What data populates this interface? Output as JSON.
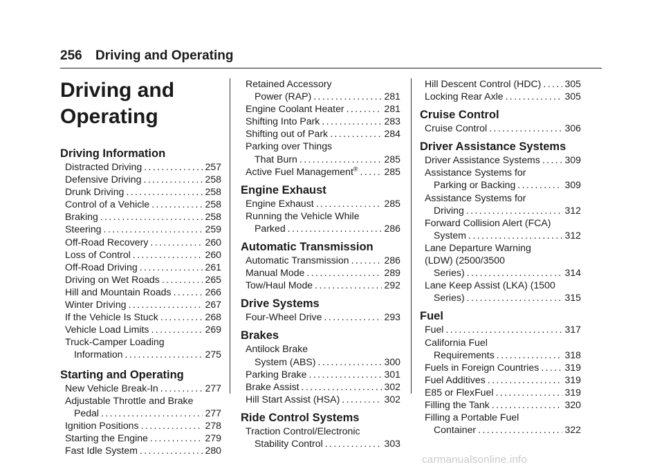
{
  "header": {
    "page_number": "256",
    "title": "Driving and Operating"
  },
  "chapter_title_line1": "Driving and",
  "chapter_title_line2": "Operating",
  "sections": {
    "driving_information": {
      "title": "Driving Information",
      "entries": [
        {
          "text": "Distracted Driving",
          "page": "257"
        },
        {
          "text": "Defensive Driving",
          "page": "258"
        },
        {
          "text": "Drunk Driving",
          "page": "258"
        },
        {
          "text": "Control of a Vehicle",
          "page": "258"
        },
        {
          "text": "Braking",
          "page": "258"
        },
        {
          "text": "Steering",
          "page": "259"
        },
        {
          "text": "Off-Road Recovery",
          "page": "260"
        },
        {
          "text": "Loss of Control",
          "page": "260"
        },
        {
          "text": "Off-Road Driving",
          "page": "261"
        },
        {
          "text": "Driving on Wet Roads",
          "page": "265"
        },
        {
          "text": "Hill and Mountain Roads",
          "page": "266"
        },
        {
          "text": "Winter Driving",
          "page": "267"
        },
        {
          "text": "If the Vehicle Is Stuck",
          "page": "268"
        },
        {
          "text": "Vehicle Load Limits",
          "page": "269"
        },
        {
          "line1": "Truck-Camper Loading",
          "text": "Information",
          "page": "275"
        }
      ]
    },
    "starting_operating": {
      "title": "Starting and Operating",
      "entries": [
        {
          "text": "New Vehicle Break-In",
          "page": "277"
        },
        {
          "line1": "Adjustable Throttle and Brake",
          "text": "Pedal",
          "page": "277"
        },
        {
          "text": "Ignition Positions",
          "page": "278"
        },
        {
          "text": "Starting the Engine",
          "page": "279"
        },
        {
          "text": "Fast Idle System",
          "page": "280"
        }
      ]
    },
    "col2_top": {
      "entries": [
        {
          "line1": "Retained Accessory",
          "text": "Power (RAP)",
          "page": "281"
        },
        {
          "text": "Engine Coolant Heater",
          "page": "281"
        },
        {
          "text": "Shifting Into Park",
          "page": "283"
        },
        {
          "text": "Shifting out of Park",
          "page": "284"
        },
        {
          "line1": "Parking over Things",
          "text": "That Burn",
          "page": "285"
        },
        {
          "text": "Active Fuel Management",
          "sup": "®",
          "page": "285"
        }
      ]
    },
    "engine_exhaust": {
      "title": "Engine Exhaust",
      "entries": [
        {
          "text": "Engine Exhaust",
          "page": "285"
        },
        {
          "line1": "Running the Vehicle While",
          "text": "Parked",
          "page": "286"
        }
      ]
    },
    "automatic_transmission": {
      "title": "Automatic Transmission",
      "entries": [
        {
          "text": "Automatic Transmission",
          "page": "286"
        },
        {
          "text": "Manual Mode",
          "page": "289"
        },
        {
          "text": "Tow/Haul Mode",
          "page": "292"
        }
      ]
    },
    "drive_systems": {
      "title": "Drive Systems",
      "entries": [
        {
          "text": "Four-Wheel Drive",
          "page": "293"
        }
      ]
    },
    "brakes": {
      "title": "Brakes",
      "entries": [
        {
          "line1": "Antilock Brake",
          "text": "System (ABS)",
          "page": "300"
        },
        {
          "text": "Parking Brake",
          "page": "301"
        },
        {
          "text": "Brake Assist",
          "page": "302"
        },
        {
          "text": "Hill Start Assist (HSA)",
          "page": "302"
        }
      ]
    },
    "ride_control": {
      "title": "Ride Control Systems",
      "entries": [
        {
          "line1": "Traction Control/Electronic",
          "text": "Stability Control",
          "page": "303"
        }
      ]
    },
    "col3_top": {
      "entries": [
        {
          "text": "Hill Descent Control (HDC)",
          "page": "305"
        },
        {
          "text": "Locking Rear Axle",
          "page": "305"
        }
      ]
    },
    "cruise_control": {
      "title": "Cruise Control",
      "entries": [
        {
          "text": "Cruise Control",
          "page": "306"
        }
      ]
    },
    "driver_assistance": {
      "title": "Driver Assistance Systems",
      "entries": [
        {
          "text": "Driver Assistance Systems",
          "page": "309"
        },
        {
          "line1": "Assistance Systems for",
          "text": "Parking or Backing",
          "page": "309"
        },
        {
          "line1": "Assistance Systems for",
          "text": "Driving",
          "page": "312"
        },
        {
          "line1": "Forward Collision Alert (FCA)",
          "text": "System",
          "page": "312"
        },
        {
          "line1": "Lane Departure Warning",
          "line2": "(LDW) (2500/3500",
          "text": "Series)",
          "page": "314"
        },
        {
          "line1": "Lane Keep Assist (LKA) (1500",
          "text": "Series)",
          "page": "315"
        }
      ]
    },
    "fuel": {
      "title": "Fuel",
      "entries": [
        {
          "text": "Fuel",
          "page": "317"
        },
        {
          "line1": "California Fuel",
          "text": "Requirements",
          "page": "318"
        },
        {
          "text": "Fuels in Foreign Countries",
          "page": "319"
        },
        {
          "text": "Fuel Additives",
          "page": "319"
        },
        {
          "text": "E85 or FlexFuel",
          "page": "319"
        },
        {
          "text": "Filling the Tank",
          "page": "320"
        },
        {
          "line1": "Filling a Portable Fuel",
          "text": "Container",
          "page": "322"
        }
      ]
    }
  },
  "watermark": "carmanualsonline.info"
}
